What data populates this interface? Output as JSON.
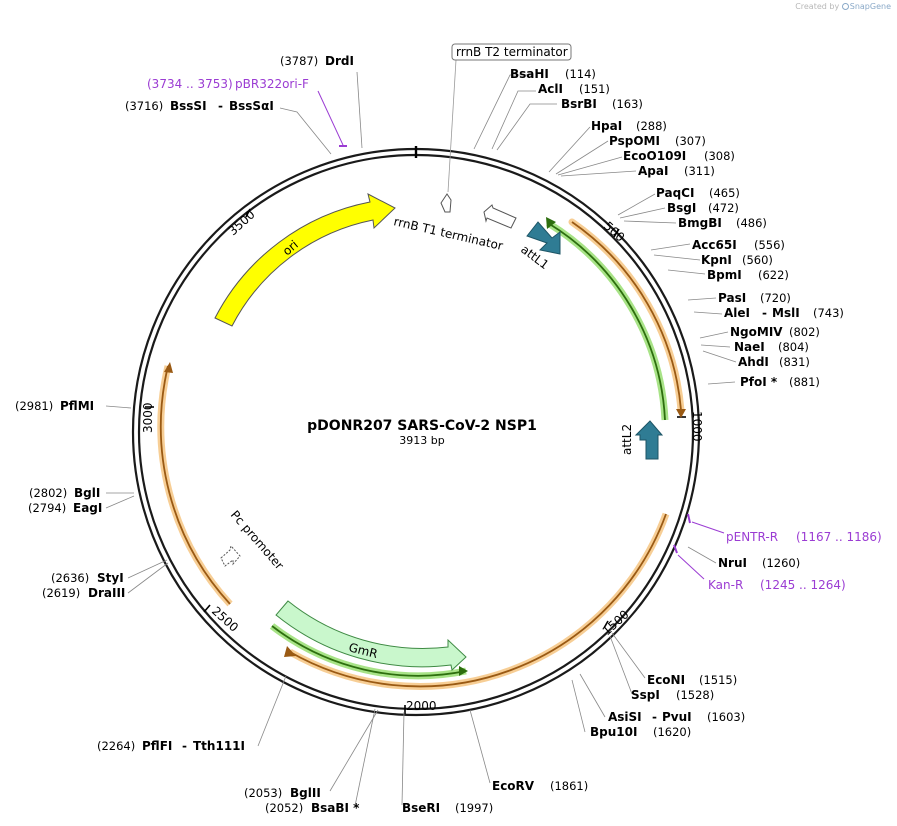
{
  "credit": {
    "prefix": "Created by",
    "brand": "SnapGene"
  },
  "plasmid": {
    "name": "pDONR207 SARS-CoV-2 NSP1",
    "length_label": "3913 bp"
  },
  "ticks": [
    "500",
    "1000",
    "1500",
    "2000",
    "2500",
    "3000",
    "3500"
  ],
  "enzymes": {
    "drdI": {
      "name": "DrdI",
      "pos": "(3787)"
    },
    "bssSI": {
      "name": "BssSI",
      "sep": "-",
      "name2": "BssSαI",
      "pos": "(3716)"
    },
    "bsaHI": {
      "name": "BsaHI",
      "pos": "(114)"
    },
    "aclI": {
      "name": "AclI",
      "pos": "(151)"
    },
    "bsrBI": {
      "name": "BsrBI",
      "pos": "(163)"
    },
    "hpaI": {
      "name": "HpaI",
      "pos": "(288)"
    },
    "pspOMI": {
      "name": "PspOMI",
      "pos": "(307)"
    },
    "ecoO109I": {
      "name": "EcoO109I",
      "pos": "(308)"
    },
    "apaI": {
      "name": "ApaI",
      "pos": "(311)"
    },
    "paqCI": {
      "name": "PaqCI",
      "pos": "(465)"
    },
    "bsgI": {
      "name": "BsgI",
      "pos": "(472)"
    },
    "bmgBI": {
      "name": "BmgBI",
      "pos": "(486)"
    },
    "acc65I": {
      "name": "Acc65I",
      "pos": "(556)"
    },
    "kpnI": {
      "name": "KpnI",
      "pos": "(560)"
    },
    "bpmI": {
      "name": "BpmI",
      "pos": "(622)"
    },
    "pasI": {
      "name": "PasI",
      "pos": "(720)"
    },
    "aleI": {
      "name": "AleI",
      "sep": "-",
      "name2": "MslI",
      "pos": "(743)"
    },
    "ngoMIV": {
      "name": "NgoMIV",
      "pos": "(802)"
    },
    "naeI": {
      "name": "NaeI",
      "pos": "(804)"
    },
    "ahdI": {
      "name": "AhdI",
      "pos": "(831)"
    },
    "pfoI": {
      "name": "PfoI *",
      "pos": "(881)"
    },
    "nruI": {
      "name": "NruI",
      "pos": "(1260)"
    },
    "ecoNI": {
      "name": "EcoNI",
      "pos": "(1515)"
    },
    "sspI": {
      "name": "SspI",
      "pos": "(1528)"
    },
    "asiSI": {
      "name": "AsiSI",
      "sep": "-",
      "name2": "PvuI",
      "pos": "(1603)"
    },
    "bpu10I": {
      "name": "Bpu10I",
      "pos": "(1620)"
    },
    "ecoRV": {
      "name": "EcoRV",
      "pos": "(1861)"
    },
    "bseRI": {
      "name": "BseRI",
      "pos": "(1997)"
    },
    "bglII": {
      "name": "BglII",
      "pos": "(2053)"
    },
    "bsaBI": {
      "name": "BsaBI *",
      "pos": "(2052)"
    },
    "pflFI": {
      "name": "PflFI",
      "sep": "-",
      "name2": "Tth111I",
      "pos": "(2264)"
    },
    "draIII": {
      "name": "DraIII",
      "pos": "(2619)"
    },
    "styI": {
      "name": "StyI",
      "pos": "(2636)"
    },
    "eagI": {
      "name": "EagI",
      "pos": "(2794)"
    },
    "bglI": {
      "name": "BglI",
      "pos": "(2802)"
    },
    "pflMI": {
      "name": "PflMI",
      "pos": "(2981)"
    }
  },
  "primers": {
    "pBR322ori": {
      "name": "pBR322ori-F",
      "range": "(3734 .. 3753)"
    },
    "pENTR": {
      "name": "pENTR-R",
      "range": "(1167 .. 1186)"
    },
    "kan": {
      "name": "Kan-R",
      "range": "(1245 .. 1264)"
    }
  },
  "features": {
    "rrnBT2": "rrnB T2 terminator",
    "rrnBT1": "rrnB T1 terminator",
    "attL1": "attL1",
    "attL2": "attL2",
    "ori": "ori",
    "gmR": "GmR",
    "pcPromoter": "Pc promoter"
  },
  "colors": {
    "backbone": "#1a1a1a",
    "ori": "#ffff00",
    "attL": "#2f7c94",
    "gmR": "#c9f7cc",
    "orf_fill": "#f6c98a",
    "orf_core": "#9a5a14",
    "green_fill": "#9fe07a",
    "green_core": "#2d6e0e",
    "primer": "#9b3cd3"
  }
}
